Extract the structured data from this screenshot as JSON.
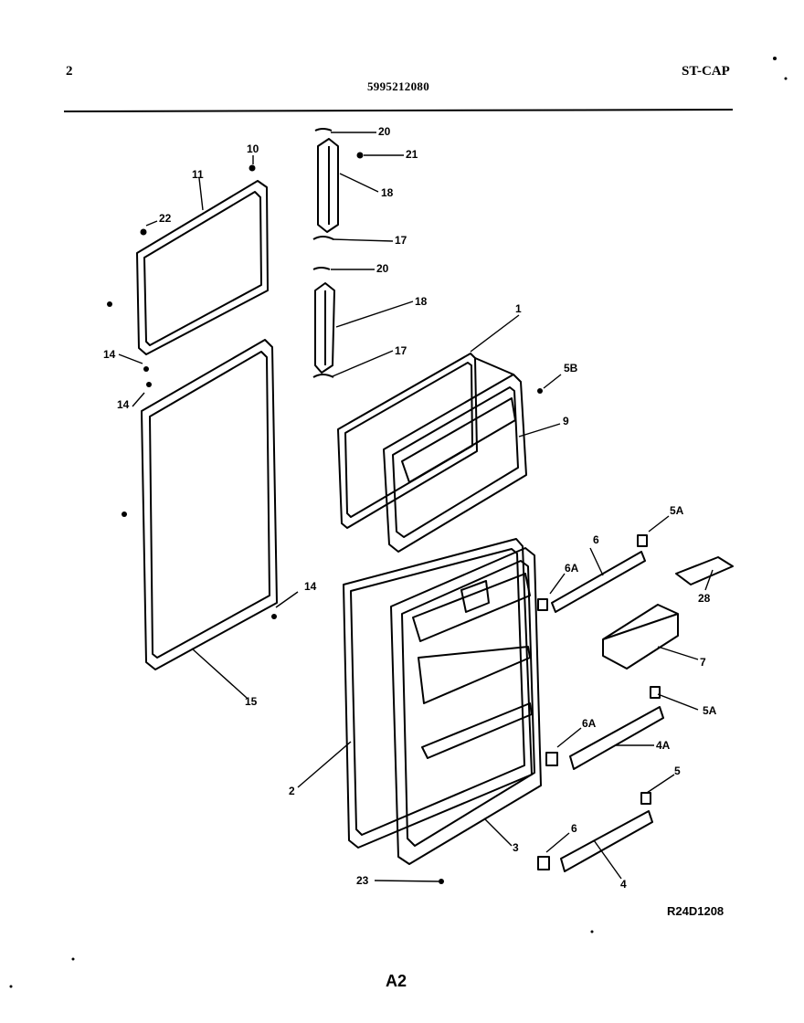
{
  "header": {
    "page_number": "2",
    "part_number": "5995212080",
    "model_code": "ST-CAP"
  },
  "footer": {
    "drawing_ref": "R24D1208",
    "page_label": "A2"
  },
  "callouts": {
    "c20a": "20",
    "c21": "21",
    "c18a": "18",
    "c17a": "17",
    "c20b": "20",
    "c18b": "18",
    "c17b": "17",
    "c10": "10",
    "c11": "11",
    "c22": "22",
    "c14a": "14",
    "c14b": "14",
    "c1": "1",
    "c5b": "5B",
    "c9": "9",
    "c5a_top": "5A",
    "c6": "6",
    "c6a_top": "6A",
    "c28": "28",
    "c7": "7",
    "c14c": "14",
    "c15": "15",
    "c5a_mid": "5A",
    "c6a_mid": "6A",
    "c4a": "4A",
    "c2": "2",
    "c3": "3",
    "c5": "5",
    "c6_low": "6",
    "c4": "4",
    "c23": "23"
  }
}
